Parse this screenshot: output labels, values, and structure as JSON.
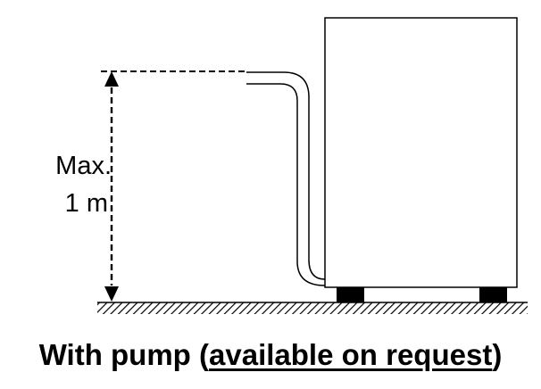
{
  "dimension_label": {
    "line1": "Max.",
    "line2": "1 m"
  },
  "caption": {
    "prefix": "With pump (",
    "link_text": "available on request",
    "suffix": ")"
  }
}
